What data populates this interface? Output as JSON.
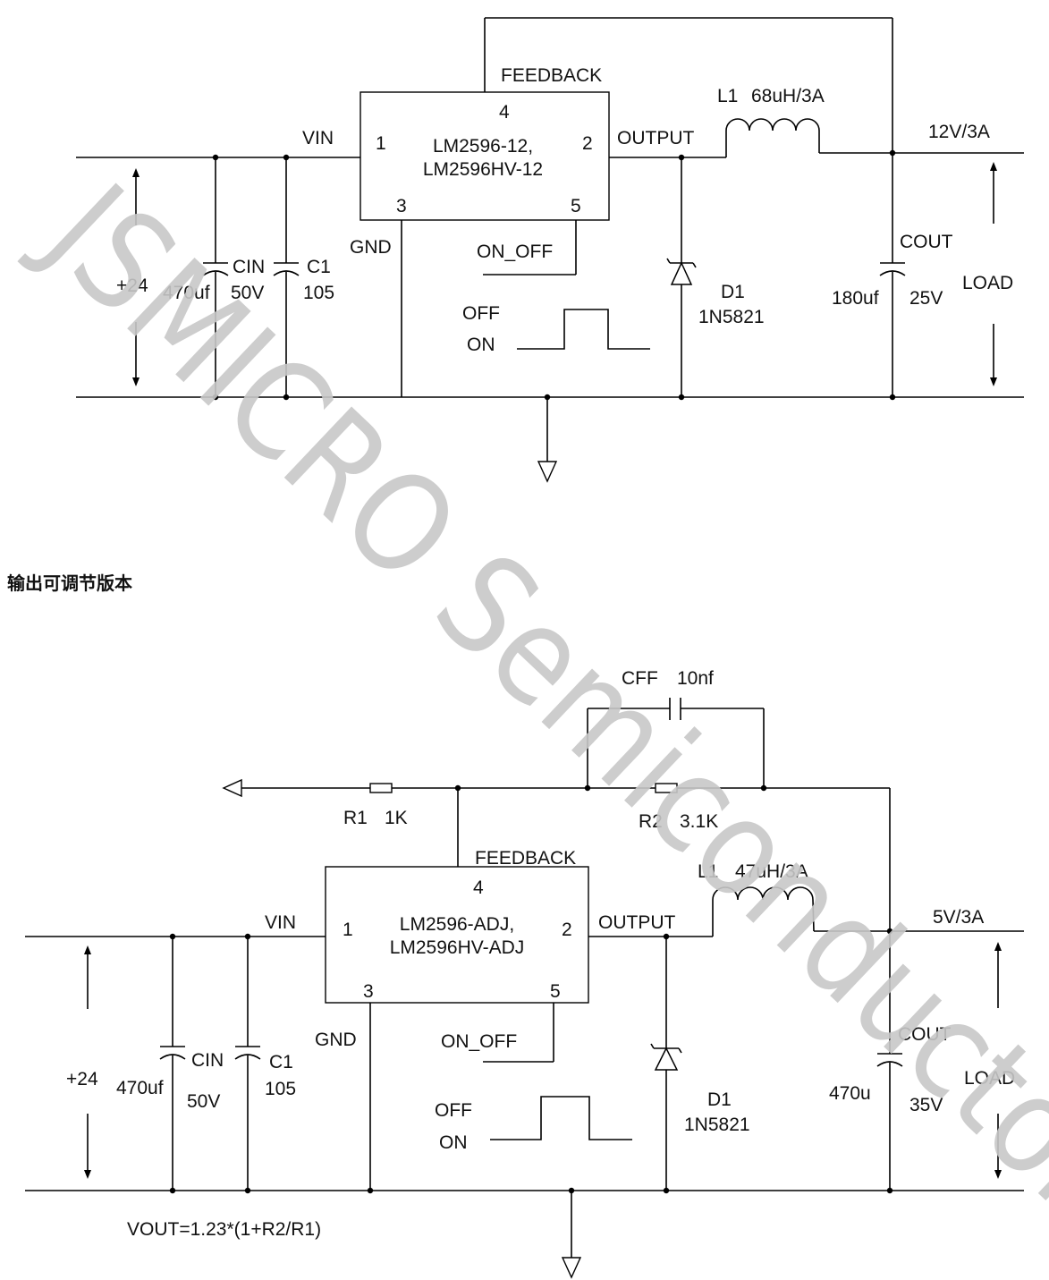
{
  "top_circuit": {
    "chip_name_1": "LM2596-12,",
    "chip_name_2": "LM2596HV-12",
    "pin_1": "1",
    "pin_2": "2",
    "pin_3": "3",
    "pin_4": "4",
    "pin_5": "5",
    "feedback": "FEEDBACK",
    "vin": "VIN",
    "output": "OUTPUT",
    "gnd": "GND",
    "on_off": "ON_OFF",
    "off": "OFF",
    "on": "ON",
    "input_voltage": "+24",
    "cin_value": "470uf",
    "cin_name": "CIN",
    "cin_voltage": "50V",
    "c1_name": "C1",
    "c1_value": "105",
    "inductor_name": "L1",
    "inductor_value": "68uH/3A",
    "output_rating": "12V/3A",
    "cout_name": "COUT",
    "cout_value": "180uf",
    "cout_voltage": "25V",
    "load": "LOAD",
    "diode_name": "D1",
    "diode_part": "1N5821"
  },
  "section_heading": "输出可调节版本",
  "bottom_circuit": {
    "chip_name_1": "LM2596-ADJ,",
    "chip_name_2": "LM2596HV-ADJ",
    "pin_1": "1",
    "pin_2": "2",
    "pin_3": "3",
    "pin_4": "4",
    "pin_5": "5",
    "feedback": "FEEDBACK",
    "vin": "VIN",
    "output": "OUTPUT",
    "gnd": "GND",
    "on_off": "ON_OFF",
    "off": "OFF",
    "on": "ON",
    "input_voltage": "+24",
    "cin_value": "470uf",
    "cin_name": "CIN",
    "cin_voltage": "50V",
    "c1_name": "C1",
    "c1_value": "105",
    "cff_name": "CFF",
    "cff_value": "10nf",
    "r1_name": "R1",
    "r1_value": "1K",
    "r2_name": "R2",
    "r2_value": "3.1K",
    "inductor_name": "L1",
    "inductor_value": "47uH/3A",
    "output_rating": "5V/3A",
    "cout_name": "COUT",
    "cout_value": "470u",
    "cout_voltage": "35V",
    "load": "LOAD",
    "diode_name": "D1",
    "diode_part": "1N5821",
    "formula": "VOUT=1.23*(1+R2/R1)"
  },
  "watermark": "JSMICRO Semiconductor"
}
